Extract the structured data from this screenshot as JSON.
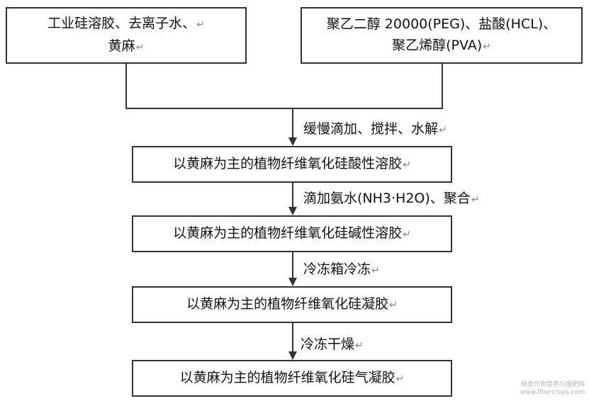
{
  "input_left": {
    "line1": "工业硅溶胶、去离子水、",
    "line2": "黄麻"
  },
  "input_right": {
    "line1": "聚乙二醇 20000(PEG)、盐酸(HCL)、",
    "line2": "聚乙烯醇(PVA)"
  },
  "steps": [
    {
      "label": "缓慢滴加、搅拌、水解",
      "product": "以黄麻为主的植物纤维氧化硅酸性溶胶"
    },
    {
      "label": "滴加氨水(NH3·H2O)、聚合",
      "product": "以黄麻为主的植物纤维氧化硅碱性溶胶"
    },
    {
      "label": "冷冻箱冷冻",
      "product": "以黄麻为主的植物纤维氧化硅凝胶"
    },
    {
      "label": "冷冻干燥",
      "product": "以黄麻为主的植物纤维氧化硅气凝胶"
    }
  ],
  "paragraph_mark": "↵",
  "watermark": {
    "line1": "麻类作物营养与施肥网",
    "line2": "www.fibercrops.com"
  }
}
